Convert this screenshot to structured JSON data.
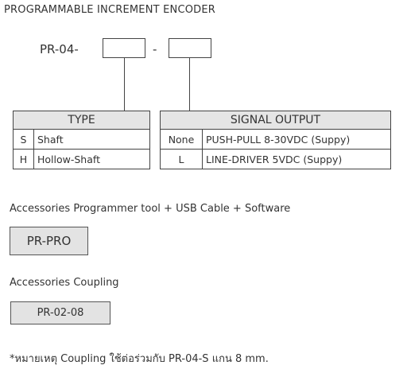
{
  "title": "PROGRAMMABLE  INCREMENT  ENCODER",
  "model_prefix": "PR-04-",
  "model_separator": "-",
  "type_table": {
    "header": "TYPE",
    "rows": [
      {
        "code": "S",
        "desc": "Shaft"
      },
      {
        "code": "H",
        "desc": "Hollow-Shaft"
      }
    ]
  },
  "signal_table": {
    "header": "SIGNAL OUTPUT",
    "rows": [
      {
        "code": "None",
        "desc": "PUSH-PULL 8-30VDC  (Suppy)"
      },
      {
        "code": "L",
        "desc": "LINE-DRIVER 5VDC  (Suppy)"
      }
    ]
  },
  "accessory1": {
    "label": "Accessories  Programmer tool + USB Cable + Software",
    "part": "PR-PRO"
  },
  "accessory2": {
    "label": "Accessories  Coupling",
    "part": "PR-02-08"
  },
  "note": "*หมายเหตุ   Coupling  ใช้ต่อร่วมกับ PR-04-S แกน 8 mm.",
  "colors": {
    "header_bg": "#e5e5e5",
    "tag_bg": "#e3e3e3",
    "text": "#333333",
    "border": "#444444"
  }
}
